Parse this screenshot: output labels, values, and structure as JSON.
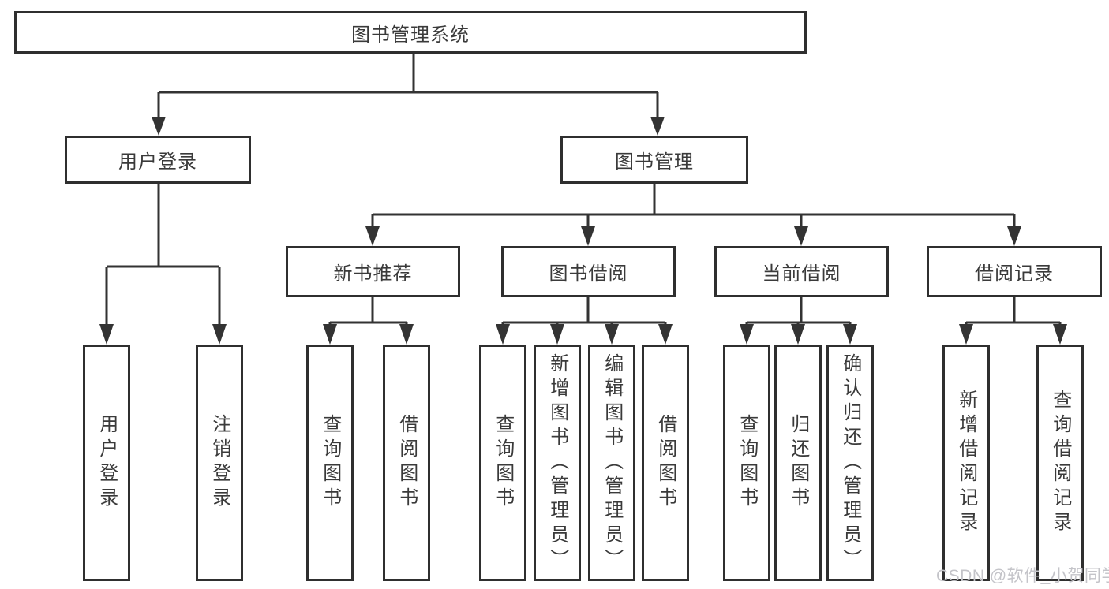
{
  "tree": {
    "label": "图书管理系统",
    "children": [
      {
        "label": "用户登录",
        "children": [
          {
            "label": "用户登录"
          },
          {
            "label": "注销登录"
          }
        ]
      },
      {
        "label": "图书管理",
        "children": [
          {
            "label": "新书推荐",
            "children": [
              {
                "label": "查询图书"
              },
              {
                "label": "借阅图书"
              }
            ]
          },
          {
            "label": "图书借阅",
            "children": [
              {
                "label": "查询图书"
              },
              {
                "label": "新增图书（管理员）"
              },
              {
                "label": "编辑图书（管理员）"
              },
              {
                "label": "借阅图书"
              }
            ]
          },
          {
            "label": "当前借阅",
            "children": [
              {
                "label": "查询图书"
              },
              {
                "label": "归还图书"
              },
              {
                "label": "确认归还（管理员）"
              }
            ]
          },
          {
            "label": "借阅记录",
            "children": [
              {
                "label": "新增借阅记录"
              },
              {
                "label": "查询借阅记录"
              }
            ]
          }
        ]
      }
    ]
  },
  "watermark": {
    "text": "CSDN @软件_小贺同学",
    "color": "#c4c4c9"
  },
  "colors": {
    "background": "#ffffff",
    "box_border": "#2f2f2f",
    "connector_line": "#333333",
    "text": "#3a3a3a"
  }
}
